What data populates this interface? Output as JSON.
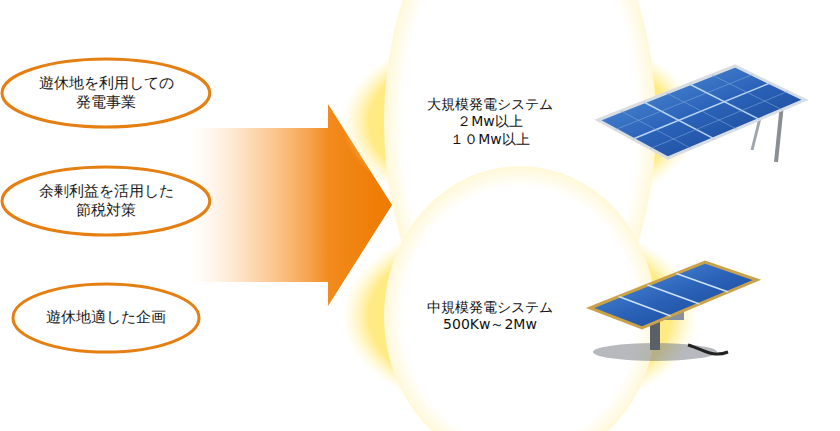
{
  "diagram": {
    "nodes": [
      {
        "text": [
          "遊休地を利用しての 発電事業"
        ]
      },
      {
        "text": [
          "余剰利益を活用した 節税対策"
        ]
      },
      {
        "text": [
          "遊休地適した企画"
        ]
      },
      {
        "text": [
          "大規模発電システム",
          "２Mw以上",
          "１０Mw以上"
        ]
      },
      {
        "text": [
          "中規模発電システム",
          "500Kw～2Mw"
        ]
      }
    ]
  }
}
